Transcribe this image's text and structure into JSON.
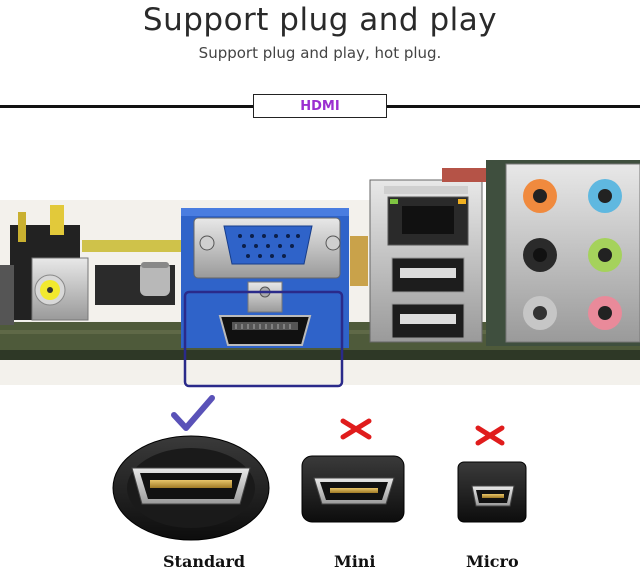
{
  "header": {
    "title": "Support plug and play",
    "subtitle": "Support plug and play, hot plug."
  },
  "section": {
    "label": "HDMI"
  },
  "colors": {
    "accent": "#9b2fd0",
    "check": "#5a52b8",
    "cross": "#e01c1c",
    "highlight_box": "#2a2a8a"
  },
  "connectors": [
    {
      "label": "Standard",
      "status": "supported",
      "icon": "check-icon"
    },
    {
      "label": "Mini",
      "status": "not-supported",
      "icon": "cross-icon"
    },
    {
      "label": "Micro",
      "status": "not-supported",
      "icon": "cross-icon"
    }
  ]
}
